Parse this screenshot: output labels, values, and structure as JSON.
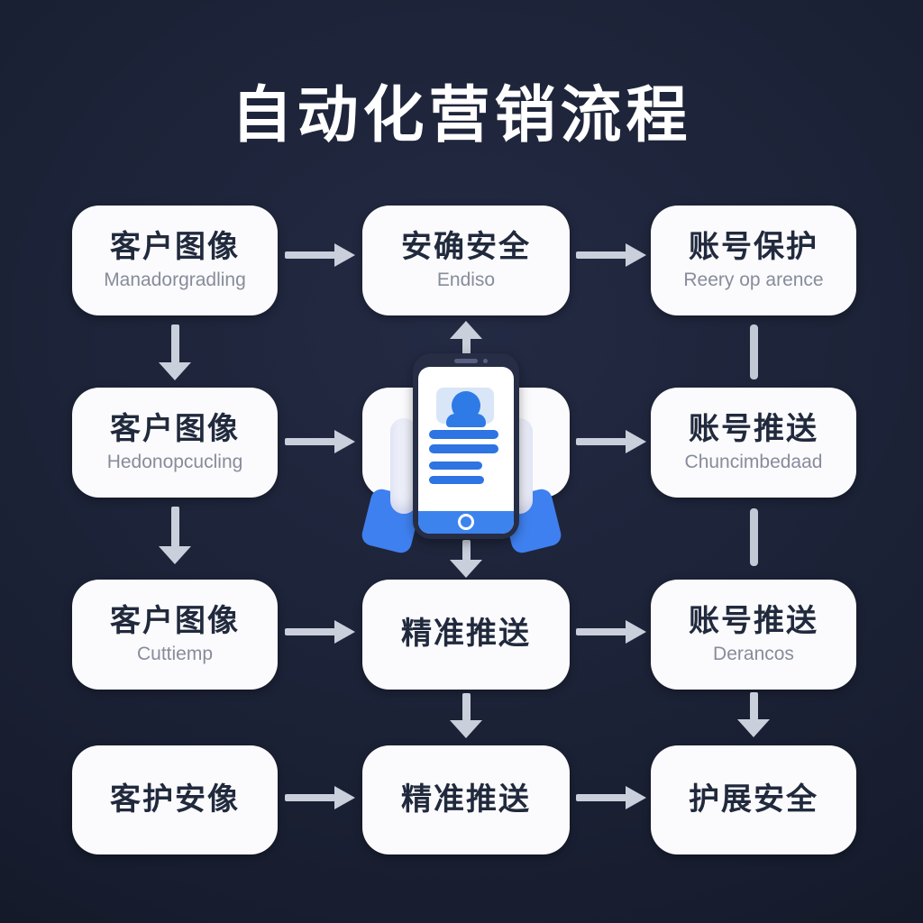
{
  "title": "自动化营销流程",
  "boxes": {
    "r1c1": {
      "heading": "客户图像",
      "subtitle": "Manadorgradling"
    },
    "r1c2": {
      "heading": "安确安全",
      "subtitle": "Endiso"
    },
    "r1c3": {
      "heading": "账号保护",
      "subtitle": "Reery op arence"
    },
    "r2c1": {
      "heading": "客户图像",
      "subtitle": "Hedonopcucling"
    },
    "r2c3": {
      "heading": "账号推送",
      "subtitle": "Chuncimbedaad"
    },
    "r3c1": {
      "heading": "客户图像",
      "subtitle": "Cuttiemp"
    },
    "r3c2": {
      "heading": "精准推送"
    },
    "r3c3": {
      "heading": "账号推送",
      "subtitle": "Derancos"
    },
    "r4c1": {
      "heading": "客护安像"
    },
    "r4c2": {
      "heading": "精准推送"
    },
    "r4c3": {
      "heading": "护展安全"
    }
  },
  "center_illustration": "hands-holding-smartphone-showing-profile-card",
  "colors": {
    "background": "#1a2033",
    "box_background": "#fbfbfd",
    "heading_text": "#212a3d",
    "subtitle_text": "#878c9b",
    "arrow": "#c9cfdb",
    "accent_blue": "#2e7ae6",
    "sleeve_blue": "#3f80f0",
    "phone_frame": "#262d45"
  }
}
